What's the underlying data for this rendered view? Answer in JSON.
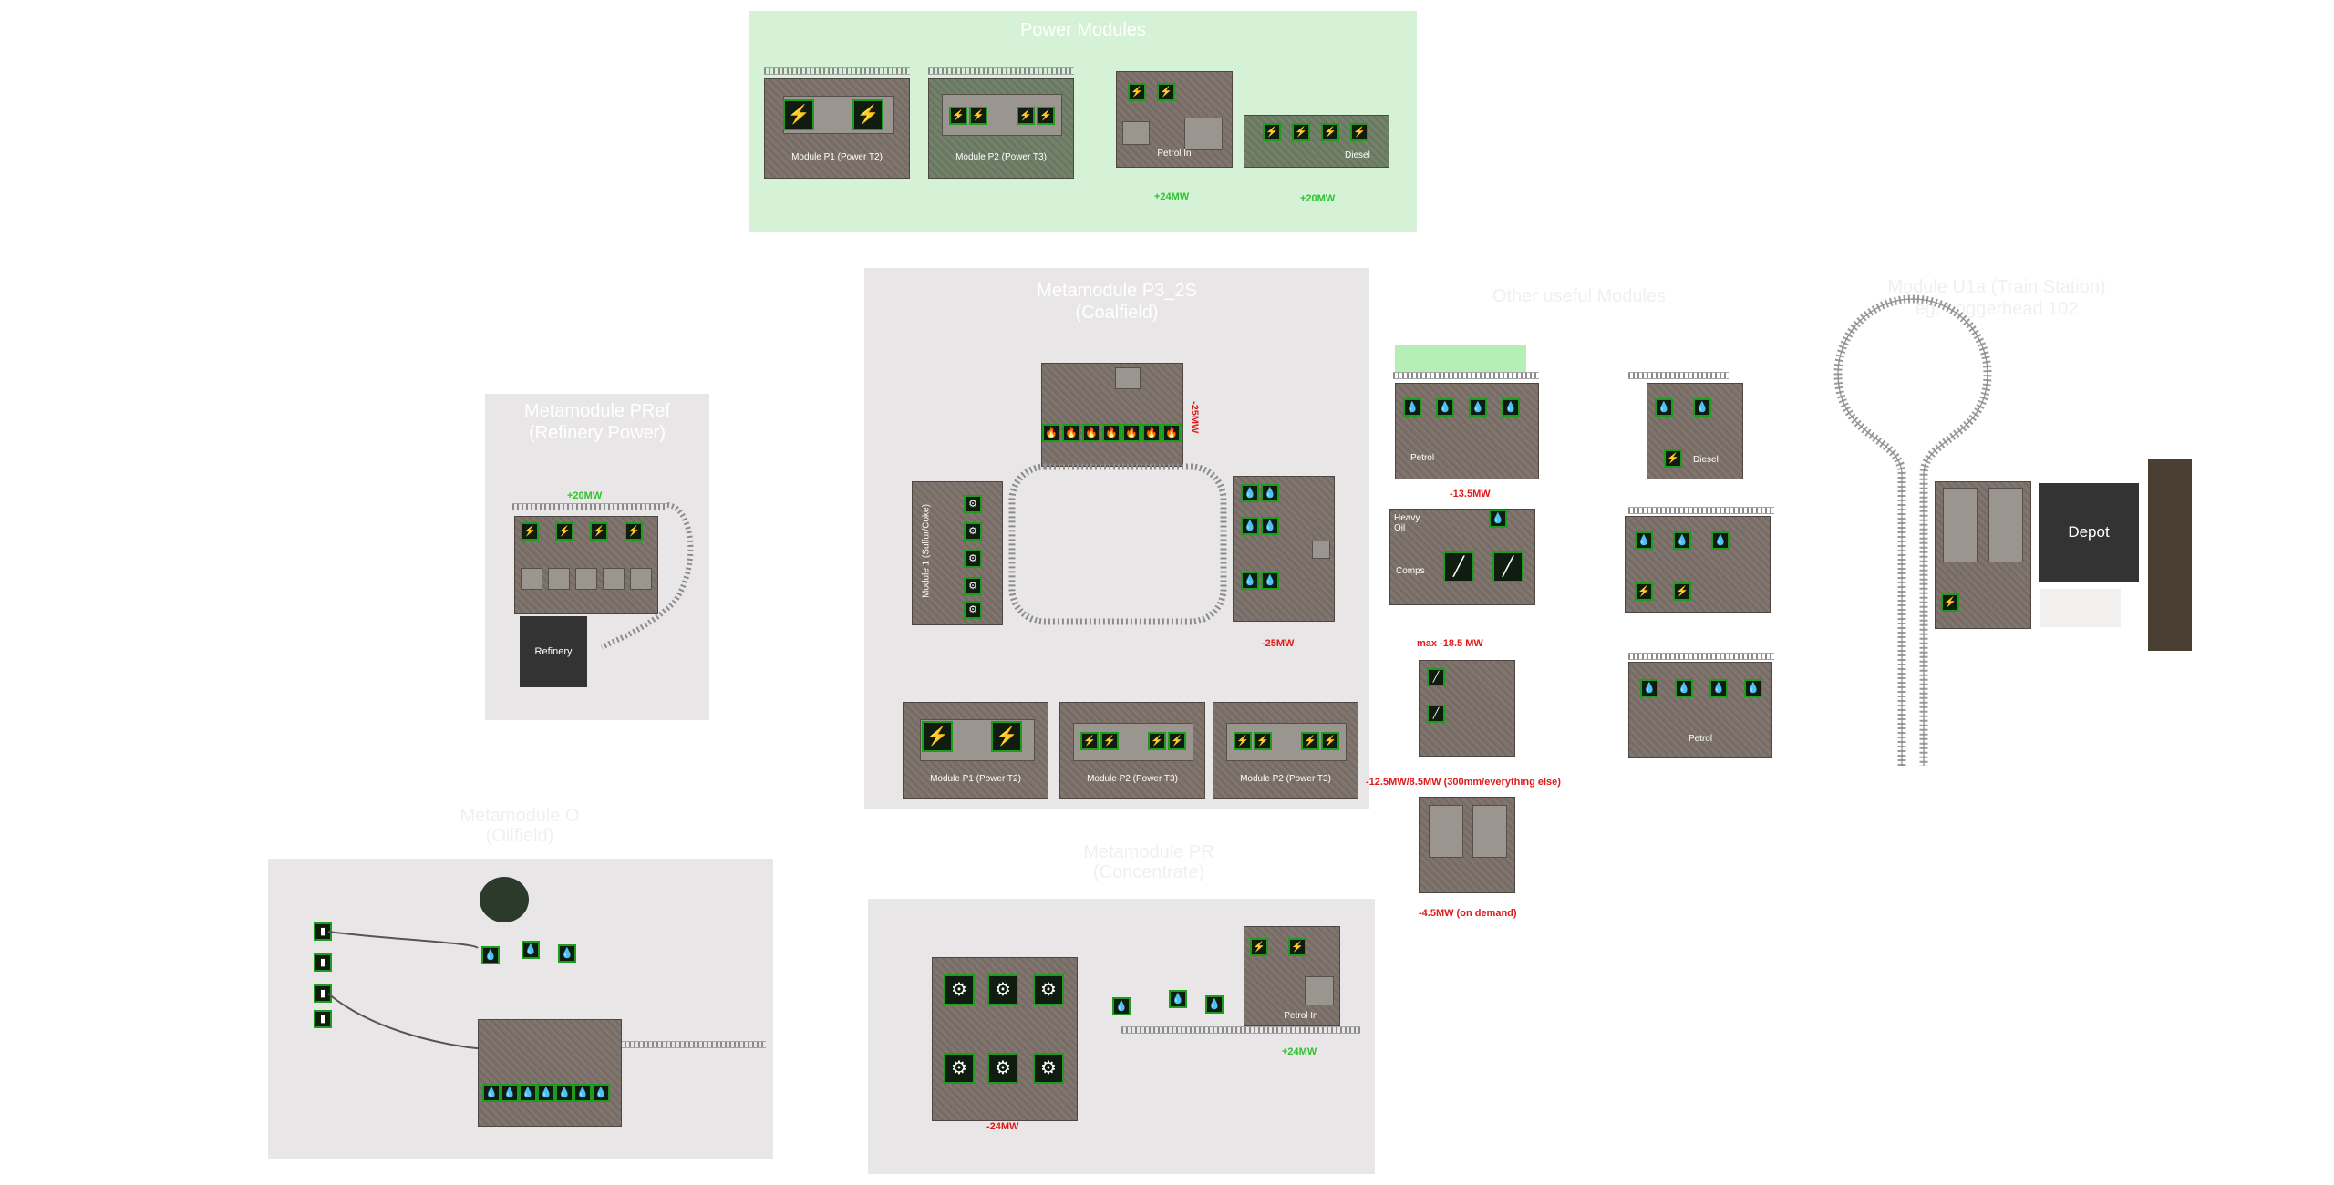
{
  "power_modules": {
    "title": "Power Modules",
    "module_p1_label": "Module P1 (Power T2)",
    "module_p2_label": "Module P2 (Power T3)",
    "petrol_label": "Petrol In",
    "diesel_label": "Diesel",
    "petrol_mw": "+24MW",
    "diesel_mw": "+20MW"
  },
  "metamodule_p3_2s": {
    "title": "Metamodule P3_2S",
    "subtitle": "(Coalfield)",
    "top_mw": "-25MW",
    "right_mw": "-25MW",
    "left_module_label": "Module 1 (Sulfur/Coke)",
    "bottom_p1_label": "Module P1 (Power T2)",
    "bottom_p2a_label": "Module P2 (Power T3)",
    "bottom_p2b_label": "Module P2 (Power T3)"
  },
  "metamodule_pref": {
    "title": "Metamodule PRef",
    "subtitle": "(Refinery Power)",
    "mw": "+20MW",
    "refinery_label": "Refinery"
  },
  "metamodule_o": {
    "title": "Metamodule O",
    "subtitle": "(Oilfield)"
  },
  "metamodule_pr": {
    "title": "Metamodule PR",
    "subtitle": "(Concentrate)",
    "petrol_label": "Petrol In",
    "plus_mw": "+24MW",
    "minus_mw": "-24MW"
  },
  "other_modules": {
    "title": "Other useful Modules",
    "petrol_label": "Petrol",
    "diesel_label": "Diesel",
    "heavy_oil_label": "Heavy Oil",
    "comps_label": "Comps",
    "mw_1": "-13.5MW",
    "mw_2": "max -18.5 MW",
    "mw_3": "-12.5MW/8.5MW (300mm/everything else)",
    "mw_4": "-4.5MW (on demand)"
  },
  "module_u1": {
    "title": "Module U1a (Train Station)",
    "subtitle": "eg. Loggerhead 102",
    "depot_label": "Depot"
  },
  "colors": {
    "panel_gray": "#e8e6e6",
    "panel_green": "#d6f2d6",
    "positive": "#2ec42e",
    "negative": "#e01a1a",
    "module_brown": "#7d726a",
    "icon_green": "#1e9c1e"
  },
  "icons": [
    "lightning-icon",
    "fuel-drop-icon",
    "gear-icon",
    "pipe-icon"
  ]
}
